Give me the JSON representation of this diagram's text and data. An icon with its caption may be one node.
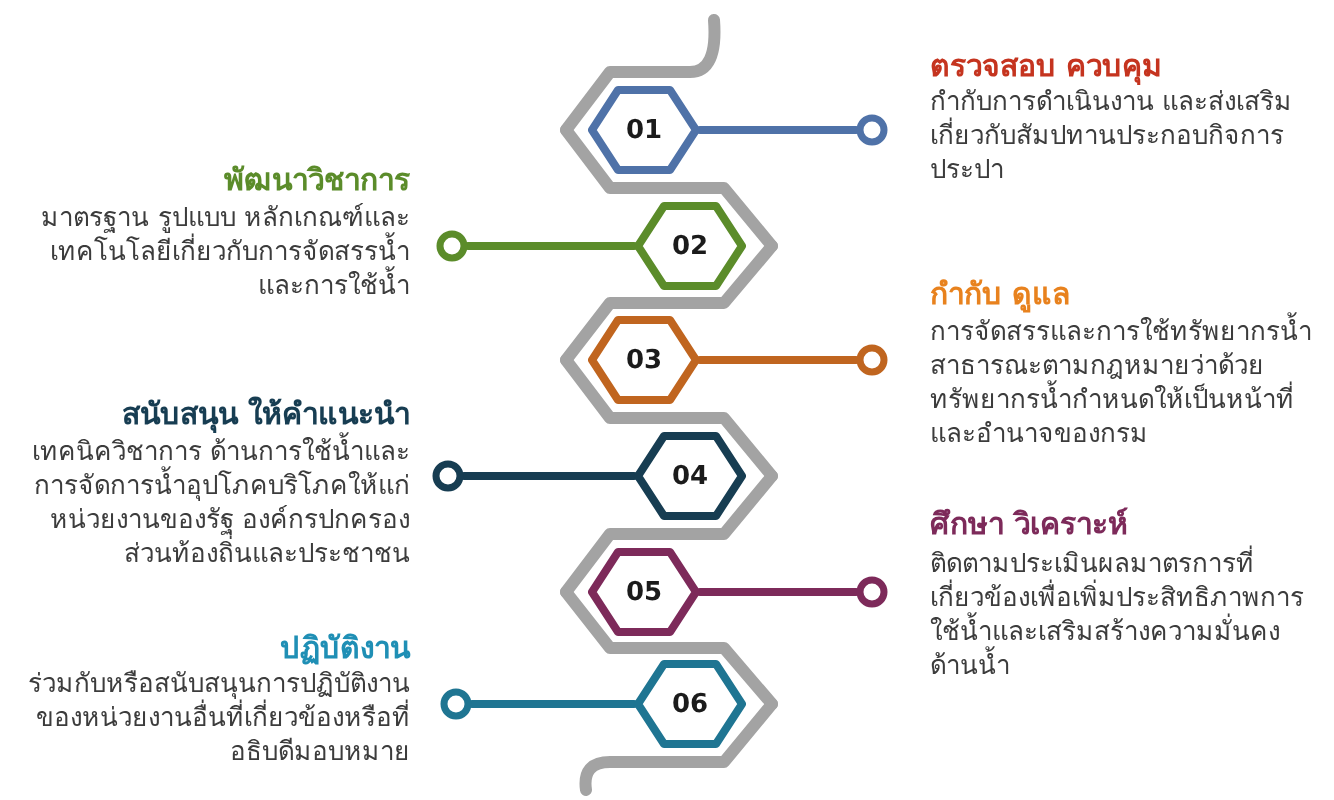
{
  "diagram": {
    "nodes": [
      {
        "text": [
          "01"
        ]
      },
      {
        "text": [],
        "shape": "circle",
        "beside": [
          "ตรวจสอบ ควบคุม",
          "กำกับการดำเนินงาน และส่งเสริมเกี่ยวกับสัมปทานประกอบกิจการประปา"
        ]
      },
      {
        "text": [
          "02"
        ]
      },
      {
        "text": [],
        "shape": "circle",
        "beside": [
          "พัฒนาวิชาการ",
          "มาตรฐาน รูปแบบ หลักเกณฑ์และเทคโนโลยีเกี่ยวกับการจัดสรรน้ำและการใช้น้ำ"
        ]
      },
      {
        "text": [
          "03"
        ]
      },
      {
        "text": [],
        "shape": "circle",
        "beside": [
          "กำกับ ดูแล",
          "การจัดสรรและการใช้ทรัพยากรน้ำสาธารณะตามกฎหมายว่าด้วยทรัพยากรน้ำกำหนดให้เป็นหน้าที่และอำนาจของกรม"
        ]
      },
      {
        "text": [
          "04"
        ]
      },
      {
        "text": [],
        "shape": "circle",
        "beside": [
          "สนับสนุน ให้คำแนะนำ",
          "เทคนิควิชาการ ด้านการใช้น้ำและการจัดการน้ำอุปโภคบริโภคให้แก่หน่วยงานของรัฐ องค์กรปกครองส่วนท้องถิ่นและประชาชน"
        ]
      },
      {
        "text": [
          "05"
        ]
      },
      {
        "text": [],
        "shape": "circle",
        "beside": [
          "ศึกษา วิเคราะห์",
          "ติดตามประเมินผลมาตรการที่เกี่ยวข้องเพื่อเพิ่มประสิทธิภาพการใช้น้ำและเสริมสร้างความมั่นคงด้านน้ำ"
        ]
      },
      {
        "text": [
          "06"
        ]
      },
      {
        "text": [],
        "shape": "circle",
        "beside": [
          "ปฏิบัติงาน",
          "ร่วมกับหรือสนับสนุนการปฏิบัติงานของหน่วยงานอื่นที่เกี่ยวข้องหรือที่อธิบดีมอบหมาย"
        ]
      }
    ],
    "edges": [
      {
        "from": null,
        "to": 0,
        "arrow": "none"
      },
      {
        "from": 0,
        "to": 2,
        "arrow": "none"
      },
      {
        "from": 2,
        "to": 4,
        "arrow": "none"
      },
      {
        "from": 4,
        "to": 6,
        "arrow": "none"
      },
      {
        "from": 6,
        "to": 8,
        "arrow": "none"
      },
      {
        "from": 8,
        "to": 10,
        "arrow": "none"
      },
      {
        "from": 10,
        "to": null,
        "arrow": "none"
      },
      {
        "from": 0,
        "to": 1,
        "arrow": "none",
        "color": "#4f72a8"
      },
      {
        "from": 2,
        "to": 3,
        "arrow": "none",
        "color": "#5b8c2a"
      },
      {
        "from": 4,
        "to": 5,
        "arrow": "none",
        "color": "#c0651f"
      },
      {
        "from": 6,
        "to": 7,
        "arrow": "none",
        "color": "#173d52"
      },
      {
        "from": 8,
        "to": 9,
        "arrow": "none",
        "color": "#7d2a5a"
      },
      {
        "from": 10,
        "to": 11,
        "arrow": "none",
        "color": "#1f7592"
      }
    ]
  }
}
